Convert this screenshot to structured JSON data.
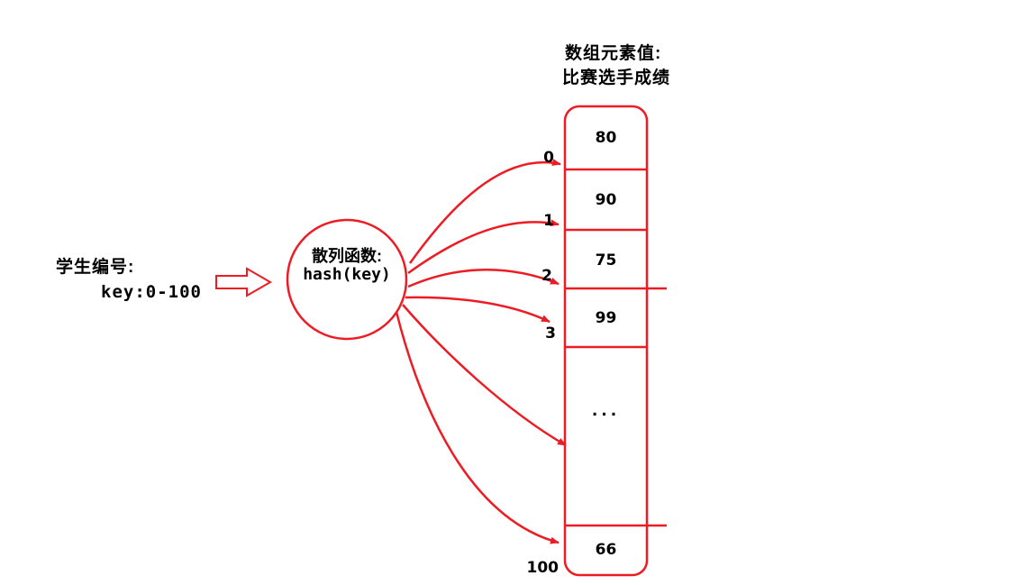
{
  "title": {
    "line1": "数组元素值:",
    "line2": "比赛选手成绩"
  },
  "input_label": {
    "line1": "学生编号:",
    "line2": "key:0-100"
  },
  "hash_circle": {
    "line1": "散列函数:",
    "line2": "hash(key)"
  },
  "array": {
    "cells": [
      {
        "value": "80"
      },
      {
        "value": "90"
      },
      {
        "value": "75"
      },
      {
        "value": "99"
      },
      {
        "value": "..."
      },
      {
        "value": "66"
      }
    ],
    "indices": [
      {
        "label": "0"
      },
      {
        "label": "1"
      },
      {
        "label": "2"
      },
      {
        "label": "3"
      },
      {
        "label": "100"
      }
    ]
  },
  "colors": {
    "accent": "#ed1c24",
    "text": "#000000"
  }
}
